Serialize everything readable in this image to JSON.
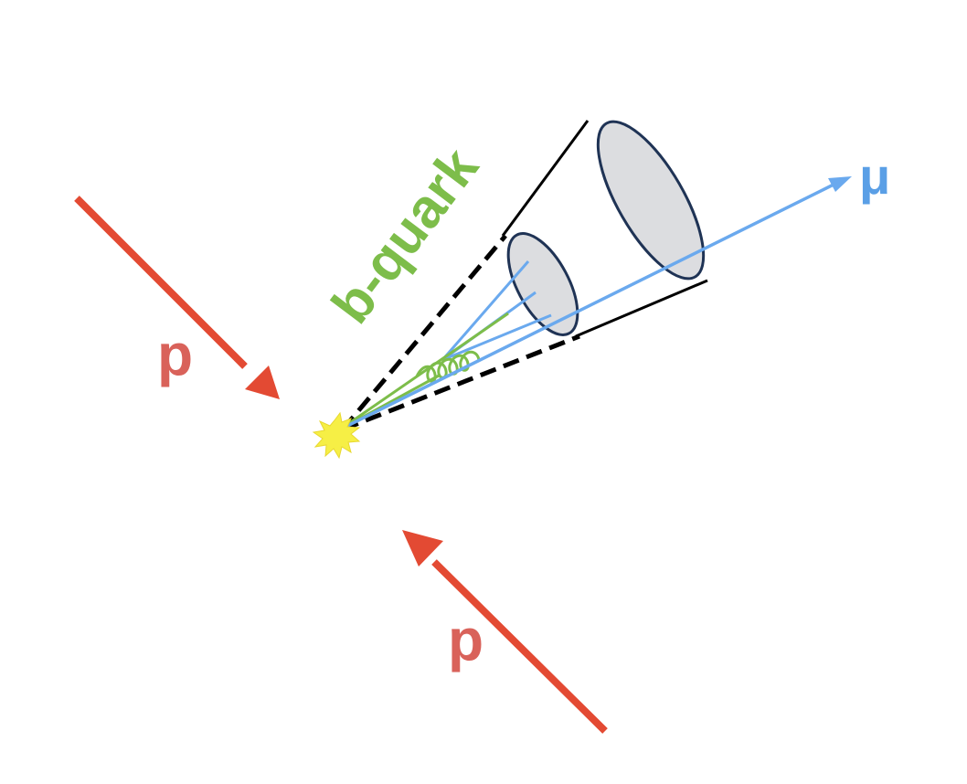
{
  "labels": {
    "proton_top": "p",
    "proton_bottom": "p",
    "b_quark": "b-quark",
    "muon": "μ"
  },
  "colors": {
    "proton": "#e34a33",
    "proton_label": "#d9625a",
    "b_quark": "#7dbd4a",
    "muon": "#6aa9ee",
    "muon_label": "#5a9fe6",
    "cone_outline": "#000000",
    "cone_ellipse_fill": "#dcdde0",
    "cone_ellipse_stroke": "#1f3355",
    "vertex": "#f6ef45"
  }
}
